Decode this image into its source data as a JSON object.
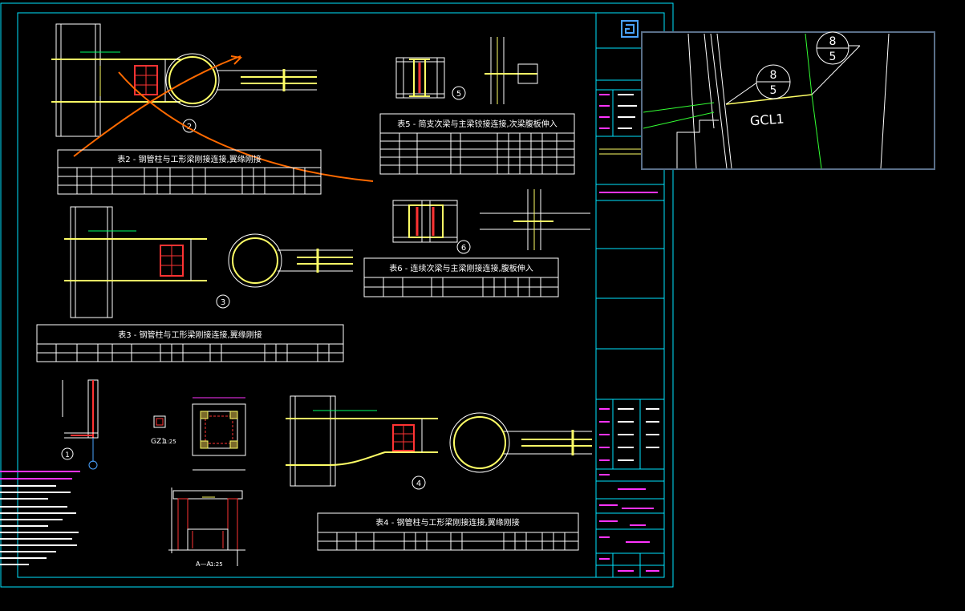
{
  "colors": {
    "background": "#000000",
    "frame": "#00e5ff",
    "steel": "#ffffff",
    "highlight": "#ffff66",
    "rebar": "#ff3333",
    "markup": "#ff6a00",
    "leader": "#33ff33",
    "note": "#ff33ff",
    "inset_border": "#5a6f88"
  },
  "details": [
    {
      "id": "d2",
      "number": "2"
    },
    {
      "id": "d3",
      "number": "3"
    },
    {
      "id": "d4",
      "number": "4"
    },
    {
      "id": "d5",
      "number": "5"
    },
    {
      "id": "d6",
      "number": "6"
    },
    {
      "id": "d1",
      "number": "1"
    }
  ],
  "tables": {
    "t2": {
      "title": "表2 - 钢管柱与工形梁刚接连接,翼缘刚接"
    },
    "t3": {
      "title": "表3 - 钢管柱与工形梁刚接连接,翼缘刚接"
    },
    "t4": {
      "title": "表4 - 钢管柱与工形梁刚接连接,翼缘刚接"
    },
    "t5": {
      "title": "表5 - 简支次梁与主梁铰接连接,次梁腹板伸入"
    },
    "t6": {
      "title": "表6 - 连续次梁与主梁刚接连接,腹板伸入"
    }
  },
  "column_label": "GZ1",
  "column_scale": "1:25",
  "section_label": "A—A",
  "section_scale": "1:25",
  "inset": {
    "beam_label": "GCL1",
    "tag1": {
      "top": "8",
      "bottom": "5"
    },
    "tag2": {
      "top": "8",
      "bottom": "5"
    }
  }
}
